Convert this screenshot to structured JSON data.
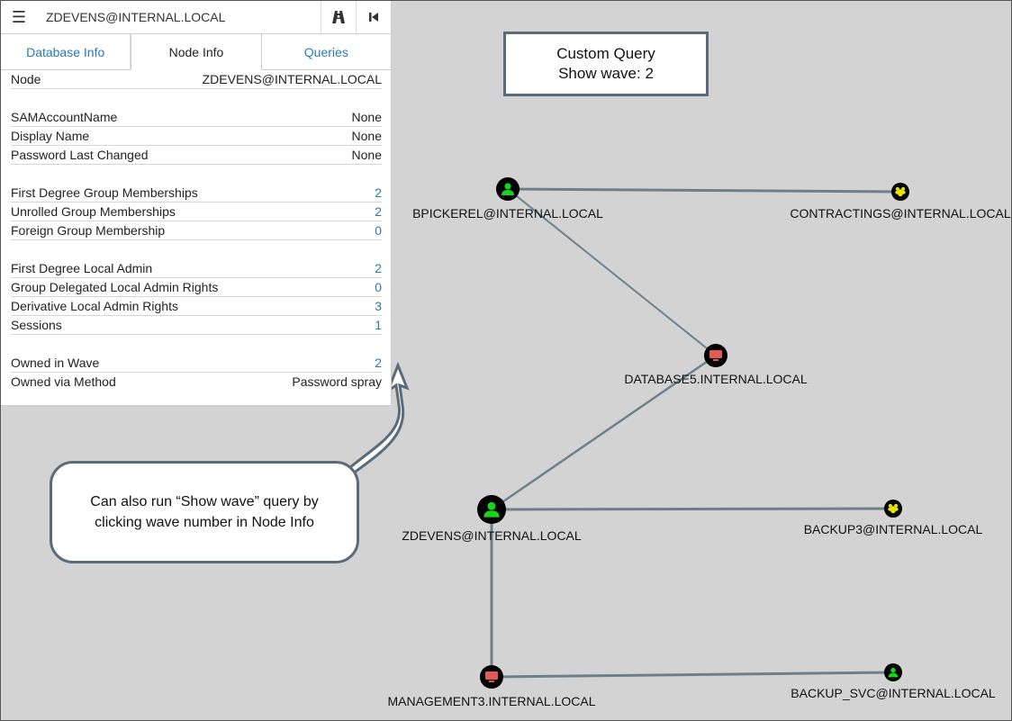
{
  "panel": {
    "search_value": "ZDEVENS@INTERNAL.LOCAL",
    "tabs": [
      "Database Info",
      "Node Info",
      "Queries"
    ],
    "rows": {
      "node": {
        "label": "Node",
        "value": "ZDEVENS@INTERNAL.LOCAL"
      },
      "sam": {
        "label": "SAMAccountName",
        "value": "None"
      },
      "display": {
        "label": "Display Name",
        "value": "None"
      },
      "pwd": {
        "label": "Password Last Changed",
        "value": "None"
      },
      "fdgm": {
        "label": "First Degree Group Memberships",
        "value": "2"
      },
      "ugm": {
        "label": "Unrolled Group Memberships",
        "value": "2"
      },
      "fgm": {
        "label": "Foreign Group Membership",
        "value": "0"
      },
      "fdla": {
        "label": "First Degree Local Admin",
        "value": "2"
      },
      "gdla": {
        "label": "Group Delegated Local Admin Rights",
        "value": "0"
      },
      "dla": {
        "label": "Derivative Local Admin Rights",
        "value": "3"
      },
      "sessions": {
        "label": "Sessions",
        "value": "1"
      },
      "wave": {
        "label": "Owned in Wave",
        "value": "2"
      },
      "method": {
        "label": "Owned via Method",
        "value": "Password spray"
      }
    }
  },
  "query_box": {
    "line1": "Custom Query",
    "line2": "Show wave: 2"
  },
  "callout": {
    "line1": "Can also run “Show wave” query by",
    "line2": "clicking wave number in Node Info"
  },
  "graph": {
    "nodes": [
      {
        "id": "bpickerel",
        "label": "BPICKEREL@INTERNAL.LOCAL",
        "kind": "user-owned"
      },
      {
        "id": "contractings",
        "label": "CONTRACTINGS@INTERNAL.LOCAL",
        "kind": "group"
      },
      {
        "id": "database5",
        "label": "DATABASE5.INTERNAL.LOCAL",
        "kind": "computer"
      },
      {
        "id": "zdevens",
        "label": "ZDEVENS@INTERNAL.LOCAL",
        "kind": "user-owned"
      },
      {
        "id": "backup3",
        "label": "BACKUP3@INTERNAL.LOCAL",
        "kind": "group"
      },
      {
        "id": "management3",
        "label": "MANAGEMENT3.INTERNAL.LOCAL",
        "kind": "computer"
      },
      {
        "id": "backup_svc",
        "label": "BACKUP_SVC@INTERNAL.LOCAL",
        "kind": "user-owned"
      }
    ],
    "edges": [
      [
        "bpickerel",
        "contractings"
      ],
      [
        "bpickerel",
        "database5"
      ],
      [
        "zdevens",
        "database5"
      ],
      [
        "zdevens",
        "backup3"
      ],
      [
        "zdevens",
        "management3"
      ],
      [
        "management3",
        "backup_svc"
      ]
    ],
    "colors": {
      "edge": "#6e7f8c",
      "user": "#19d419",
      "group": "#e6e600",
      "computer": "#e05a5a",
      "node_bg": "#000000"
    }
  }
}
